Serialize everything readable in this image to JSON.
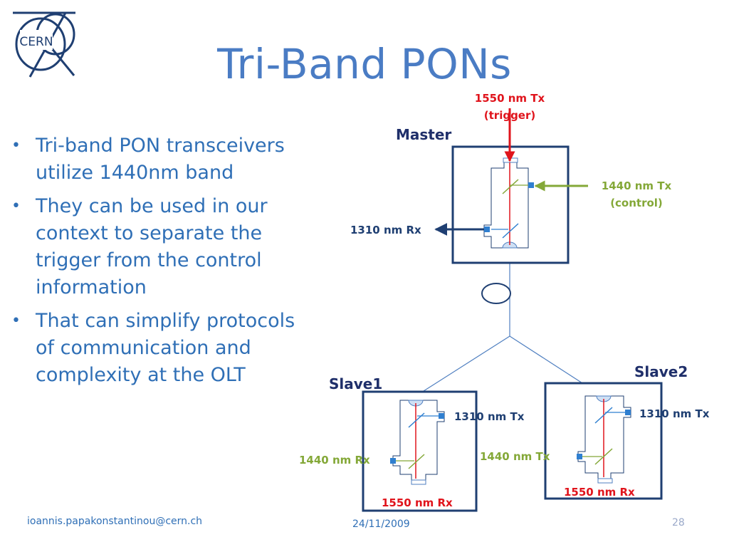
{
  "slide": {
    "title": "Tri-Band PONs",
    "logo_text": "CERN",
    "bullets": [
      "Tri-band PON transceivers utilize 1440nm band",
      "They can be used in our context to separate the trigger from the control information",
      "That can simplify protocols of communication and complexity at the OLT"
    ],
    "bullet_symbol": "•"
  },
  "diagram": {
    "master_label": "Master",
    "slave1_label": "Slave1",
    "slave2_label": "Slave2",
    "master_trigger_line1": "1550 nm Tx",
    "master_trigger_line2": "(trigger)",
    "master_control_line1": "1440 nm Tx",
    "master_control_line2": "(control)",
    "master_rx": "1310 nm Rx",
    "slave1_tx1310": "1310 nm Tx",
    "slave1_rx1440": "1440 nm Rx",
    "slave1_rx1550": "1550 nm Rx",
    "slave2_tx1310": "1310 nm Tx",
    "slave2_tx1440": "1440 nm Tx",
    "slave2_rx1550": "1550 nm Rx",
    "colors": {
      "trigger_red": "#e0141c",
      "control_green": "#84a838",
      "upstream_blue": "#2f7fd0",
      "box_navy": "#1f3f72",
      "fiber_blue": "#4f7fc0"
    }
  },
  "footer": {
    "email": "ioannis.papakonstantinou@cern.ch",
    "date": "24/11/2009",
    "page_number": "28"
  }
}
